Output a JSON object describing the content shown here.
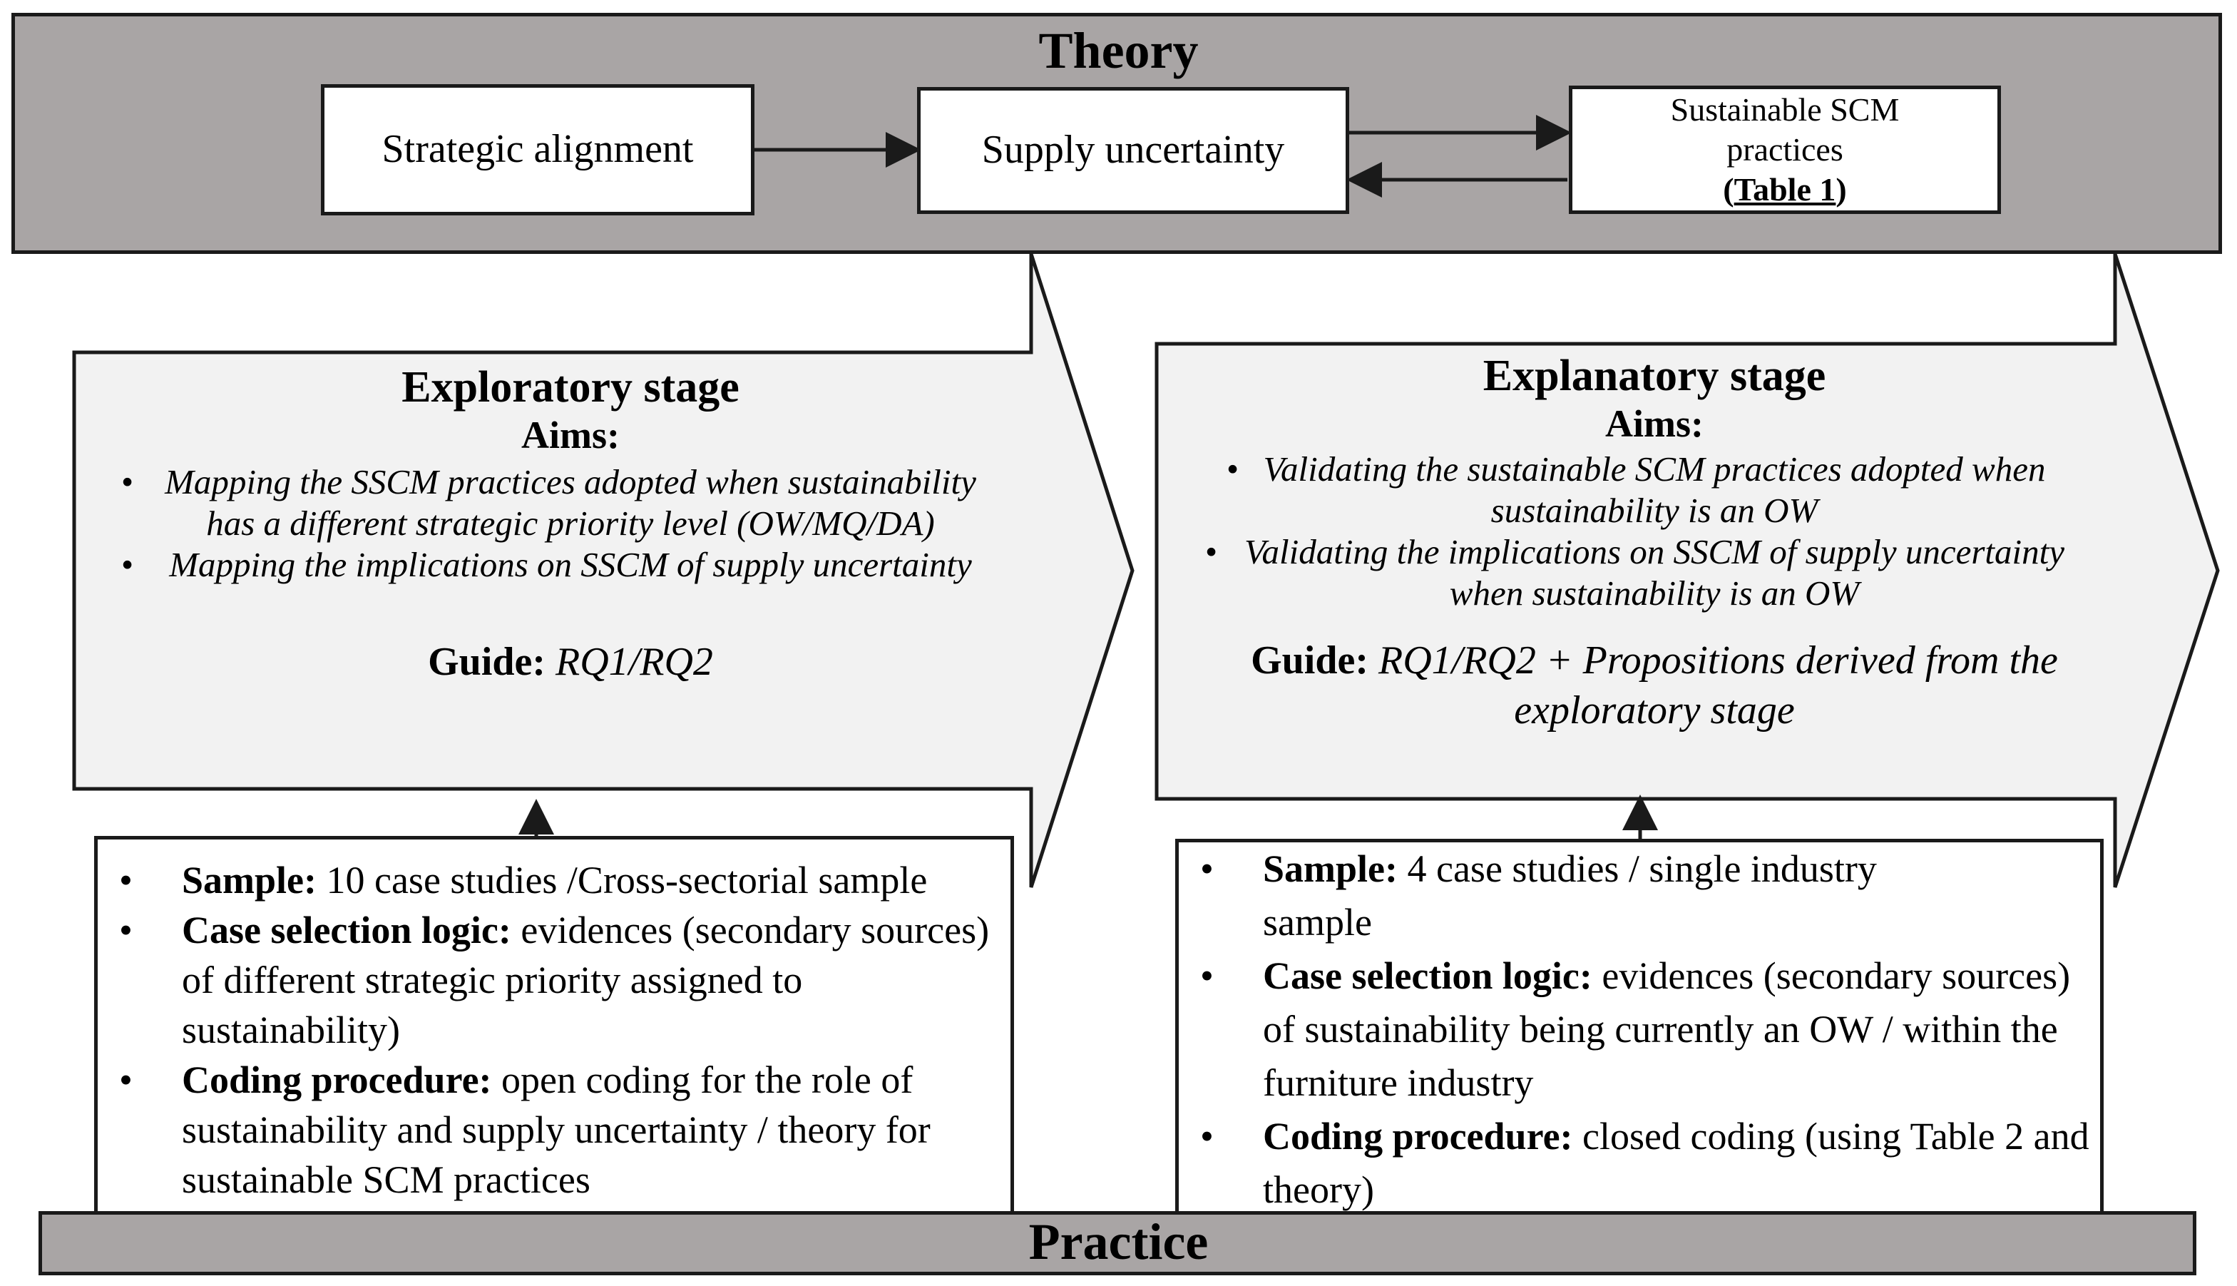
{
  "theory": {
    "title": "Theory",
    "box_strategic": "Strategic alignment",
    "box_supply": "Supply uncertainty",
    "box_sscm_line1": "Sustainable SCM",
    "box_sscm_line2": "practices",
    "box_sscm_ref_open": "(",
    "box_sscm_ref": "Table 1",
    "box_sscm_ref_close": ")"
  },
  "exploratory": {
    "title": "Exploratory stage",
    "aims_label": "Aims:",
    "aims": [
      {
        "line1": "Mapping the SSCM practices adopted when sustainability",
        "line2": "has a different strategic priority level (OW/MQ/DA)"
      },
      {
        "line1": "Mapping the implications on SSCM of supply uncertainty"
      }
    ],
    "guide_label": "Guide:",
    "guide_text": "RQ1/RQ2",
    "methods": [
      {
        "label": "Sample:",
        "text": " 10 case studies /Cross-sectorial sample"
      },
      {
        "label": "Case selection logic:",
        "text": " evidences (secondary sources) of different strategic priority assigned to sustainability)"
      },
      {
        "label": "Coding procedure:",
        "text": " open coding for the role of sustainability and supply uncertainty / theory for sustainable SCM practices"
      }
    ]
  },
  "explanatory": {
    "title": "Explanatory stage",
    "aims_label": "Aims:",
    "aims": [
      {
        "line1": "Validating the sustainable SCM practices adopted when",
        "line2": "sustainability is an OW"
      },
      {
        "line1": "Validating the implications on SSCM of supply uncertainty",
        "line2": "when sustainability is an OW"
      }
    ],
    "guide_label": "Guide:",
    "guide_text_line1": " RQ1/RQ2 + Propositions derived from the",
    "guide_text_line2": "exploratory stage",
    "methods": [
      {
        "label": "Sample:",
        "text": " 4 case studies / single industry sample"
      },
      {
        "label": "Case selection logic:",
        "text": " evidences (secondary sources) of sustainability being currently an OW / within the furniture industry"
      },
      {
        "label": "Coding procedure:",
        "text": " closed coding (using Table 2 and theory)"
      }
    ]
  },
  "practice": {
    "title": "Practice"
  },
  "bullet_char": "•",
  "colors": {
    "bar_gray": "#a9a5a5",
    "stage_fill": "#f2f2f2",
    "stroke": "#1a1a1a"
  }
}
